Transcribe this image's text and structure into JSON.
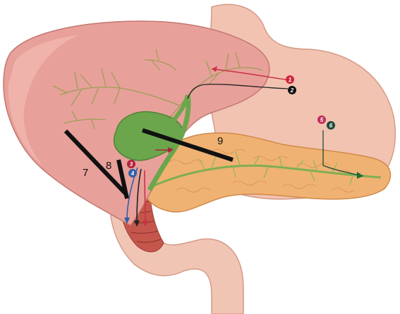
{
  "labels": {
    "line_7": "7",
    "line_8": "8",
    "line_9": "9"
  },
  "badges": [
    {
      "text": "1",
      "color": "#d0253f"
    },
    {
      "text": "2",
      "color": "#111111"
    },
    {
      "text": "3",
      "color": "#b0243a"
    },
    {
      "text": "4",
      "color": "#2f5fa8"
    },
    {
      "text": "5",
      "color": "#c0305a"
    },
    {
      "text": "6",
      "color": "#1d4a3a"
    }
  ],
  "colors": {
    "liver": "#e8a09a",
    "stomach": "#f2c3b1",
    "pancreas": "#f0b272",
    "gallbladder": "#6ca64c",
    "bile_ducts": "#8fb65a",
    "duodenum_lumen": "#c4564c",
    "cut_lines": "#111111"
  }
}
